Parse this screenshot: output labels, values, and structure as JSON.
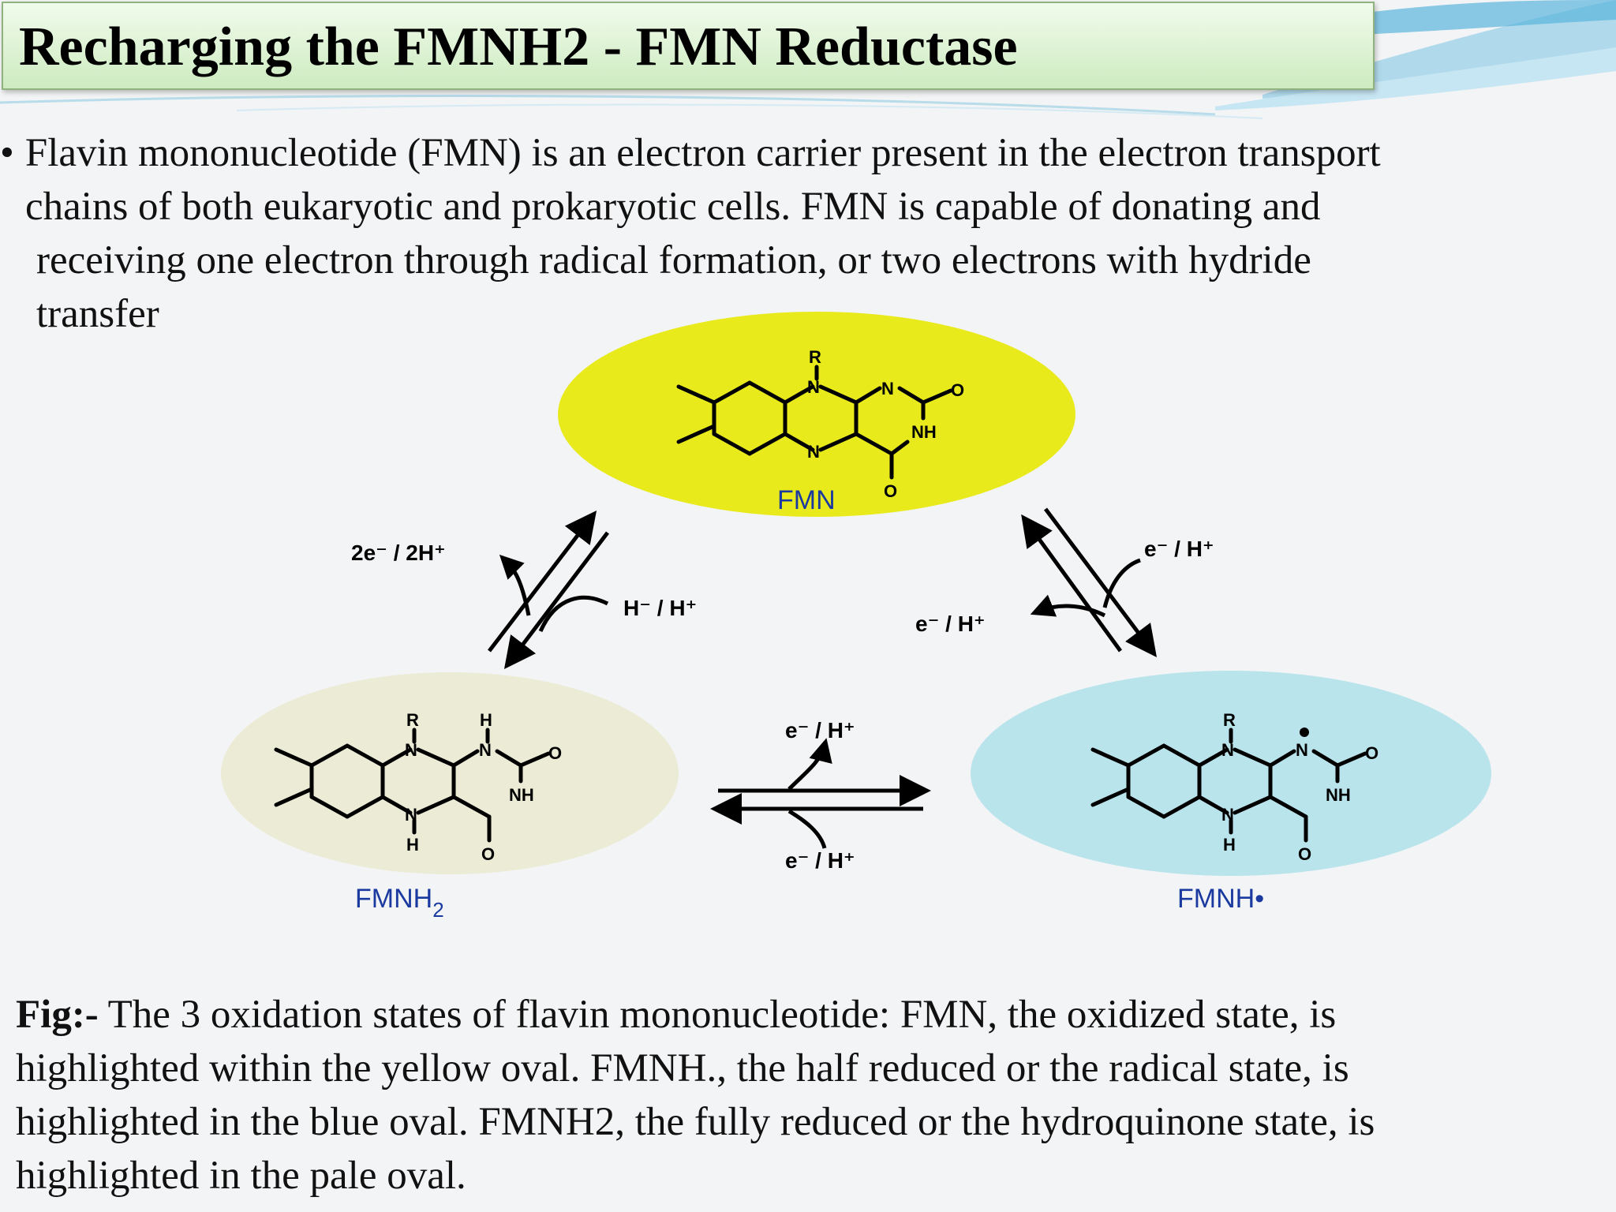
{
  "title": "Recharging the FMNH2 - FMN Reductase",
  "bullet": {
    "marker": "•",
    "lines": [
      "Flavin mononucleotide (FMN) is an electron carrier present in the electron transport",
      "chains of both eukaryotic and prokaryotic cells. FMN is capable of donating and",
      "receiving one electron through radical formation, or two electrons with hydride",
      "transfer"
    ]
  },
  "diagram": {
    "molecules": {
      "fmn": {
        "label": "FMN",
        "color": "#e8ea1c"
      },
      "fmnh2": {
        "label": "FMNH",
        "sub": "2",
        "color": "#ecebd6"
      },
      "fmnh_radical": {
        "label": "FMNH•",
        "color": "#b9e4ec"
      }
    },
    "atoms": {
      "R": "R",
      "N": "N",
      "NH": "NH",
      "O": "O",
      "H": "H"
    },
    "reactions": {
      "top_left_out": "2e⁻ / 2H⁺",
      "top_left_in": "H⁻ / H⁺",
      "top_right_out": "e⁻ / H⁺",
      "top_right_in": "e⁻ / H⁺",
      "bottom_out": "e⁻ / H⁺",
      "bottom_in": "e⁻ / H⁺"
    }
  },
  "caption": {
    "label": "Fig:-",
    "lines": [
      " The 3 oxidation states of flavin mononucleotide: FMN, the oxidized state, is",
      "highlighted within the yellow oval. FMNH., the half reduced or the radical state, is",
      "highlighted in the blue oval. FMNH2, the fully reduced or the hydroquinone state, is",
      "highlighted in the pale oval."
    ]
  }
}
